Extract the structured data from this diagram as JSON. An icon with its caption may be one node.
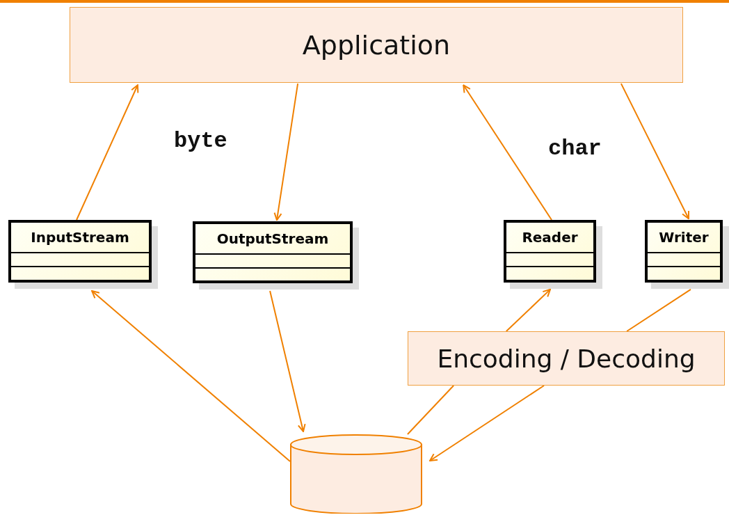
{
  "diagram": {
    "nodes": [
      {
        "text": [
          "Application"
        ]
      },
      {
        "text": [
          "InputStream"
        ]
      },
      {
        "text": [
          "OutputStream"
        ]
      },
      {
        "text": [
          "Reader"
        ]
      },
      {
        "text": [
          "Writer"
        ]
      },
      {
        "text": [
          "Encoding / Decoding"
        ]
      },
      {
        "text": [],
        "shape": "cylinder"
      }
    ],
    "edges": [
      {
        "from": 1,
        "to": 0,
        "arrow": "to"
      },
      {
        "from": 0,
        "to": 2,
        "arrow": "to"
      },
      {
        "from": 3,
        "to": 0,
        "arrow": "to"
      },
      {
        "from": 0,
        "to": 4,
        "arrow": "to"
      },
      {
        "from": 5,
        "to": 3,
        "arrow": "to"
      },
      {
        "from": 4,
        "to": 5,
        "arrow": "none"
      },
      {
        "from": 6,
        "to": 5,
        "arrow": "none"
      },
      {
        "from": 5,
        "to": 6,
        "arrow": "to"
      },
      {
        "from": 6,
        "to": 1,
        "arrow": "to"
      },
      {
        "from": 2,
        "to": 6,
        "arrow": "to"
      }
    ],
    "labels": [
      "byte",
      "char"
    ]
  }
}
